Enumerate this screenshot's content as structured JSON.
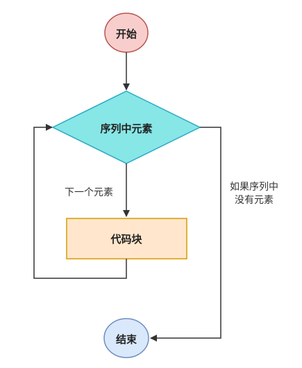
{
  "flowchart": {
    "start_label": "开始",
    "condition_label": "序列中元素",
    "code_block_label": "代码块",
    "end_label": "结束",
    "next_element_label": "下一个元素",
    "no_elements_label_line1": "如果序列中",
    "no_elements_label_line2": "没有元素"
  },
  "colors": {
    "start_end_fill": "#f8cecc",
    "start_end_stroke": "#b85450",
    "end_fill": "#dae8fc",
    "end_stroke": "#6c8ebf",
    "condition_fill": "#87e6e6",
    "condition_stroke": "#2aa9c4",
    "code_block_fill": "#ffe6cc",
    "code_block_stroke": "#d79b00",
    "line_color": "#333333"
  }
}
